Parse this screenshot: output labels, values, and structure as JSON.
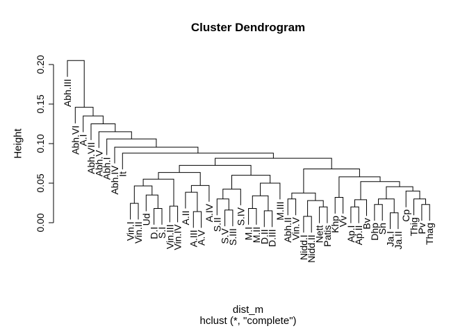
{
  "chart_data": {
    "type": "dendrogram",
    "title": "Cluster Dendrogram",
    "ylabel": "Height",
    "xlabel_line1": "dist_m",
    "xlabel_line2": "hclust (*, \"complete\")",
    "line_color": "#000000",
    "text_color": "#000000",
    "background_color": "#ffffff",
    "ytick_labels": [
      "0.00",
      "0.05",
      "0.10",
      "0.15",
      "0.20"
    ],
    "ytick_values": [
      0,
      0.05,
      0.1,
      0.15,
      0.2
    ],
    "ylim": [
      0,
      0.21
    ],
    "hang": 0.0205,
    "leaves": [
      "Abh.III",
      "Abh.VI",
      "A.I",
      "Abh.VII",
      "Abh.V",
      "Abh.I",
      "Abh.IV",
      "It",
      "Vin.I",
      "Vin.II",
      "Ud",
      "D.I",
      "S.I",
      "Vin.III",
      "Vin.IV",
      "A.II",
      "A.III",
      "A.V",
      "A.IV",
      "S.II",
      "S.V",
      "S.III",
      "S.IV",
      "M.I",
      "M.II",
      "D.II",
      "D.III",
      "M.III",
      "Abh.II",
      "Vin.V",
      "Nidd.I",
      "Nidd.II",
      "Nett",
      "Patis",
      "Khp",
      "Vv",
      "Ap.I",
      "Ap.II",
      "Bv",
      "Dhp",
      "Sn",
      "Ja.I",
      "Ja.II",
      "Cp",
      "Thig",
      "Pv",
      "Thag"
    ],
    "merges": [
      [
        "Vin.I",
        "Vin.II",
        0.0245
      ],
      [
        "D.I",
        "S.I",
        0.018
      ],
      [
        "Ud",
        1,
        0.035
      ],
      [
        0,
        2,
        0.0465
      ],
      [
        "Vin.III",
        "Vin.IV",
        0.021
      ],
      [
        3,
        4,
        0.055
      ],
      [
        "A.III",
        "A.V",
        0.014
      ],
      [
        "A.II",
        6,
        0.0385
      ],
      [
        7,
        "A.IV",
        0.047
      ],
      [
        5,
        8,
        0.0635
      ],
      [
        "S.V",
        "S.III",
        0.016
      ],
      [
        "S.II",
        10,
        0.03
      ],
      [
        11,
        "S.IV",
        0.0425
      ],
      [
        "M.I",
        "M.II",
        0.018
      ],
      [
        "D.II",
        "D.III",
        0.015
      ],
      [
        13,
        14,
        0.034
      ],
      [
        15,
        "M.III",
        0.05
      ],
      [
        12,
        16,
        0.06
      ],
      [
        9,
        17,
        0.0725
      ],
      [
        "Abh.II",
        "Vin.V",
        0.03
      ],
      [
        "Nidd.I",
        "Nidd.II",
        0.008
      ],
      [
        "Nett",
        "Patis",
        0.02
      ],
      [
        20,
        21,
        0.028
      ],
      [
        19,
        22,
        0.0375
      ],
      [
        "Khp",
        "Vv",
        0.032
      ],
      [
        "Ap.I",
        "Ap.II",
        0.02
      ],
      [
        25,
        "Bv",
        0.029
      ],
      [
        "Dhp",
        "Sn",
        0.023
      ],
      [
        "Ja.I",
        "Ja.II",
        0.0125
      ],
      [
        27,
        28,
        0.03
      ],
      [
        "Pv",
        "Thag",
        0.023
      ],
      [
        "Thig",
        30,
        0.03
      ],
      [
        "Cp",
        31,
        0.04
      ],
      [
        29,
        32,
        0.0455
      ],
      [
        26,
        33,
        0.052
      ],
      [
        24,
        34,
        0.058
      ],
      [
        23,
        35,
        0.068
      ],
      [
        18,
        36,
        0.0815
      ],
      [
        "It",
        37,
        0.088
      ],
      [
        "Abh.IV",
        38,
        0.0955
      ],
      [
        "Abh.I",
        39,
        0.106
      ],
      [
        "Abh.V",
        40,
        0.115
      ],
      [
        "Abh.VII",
        41,
        0.125
      ],
      [
        "A.I",
        42,
        0.135
      ],
      [
        "Abh.VI",
        43,
        0.146
      ],
      [
        "Abh.III",
        44,
        0.205
      ]
    ]
  }
}
